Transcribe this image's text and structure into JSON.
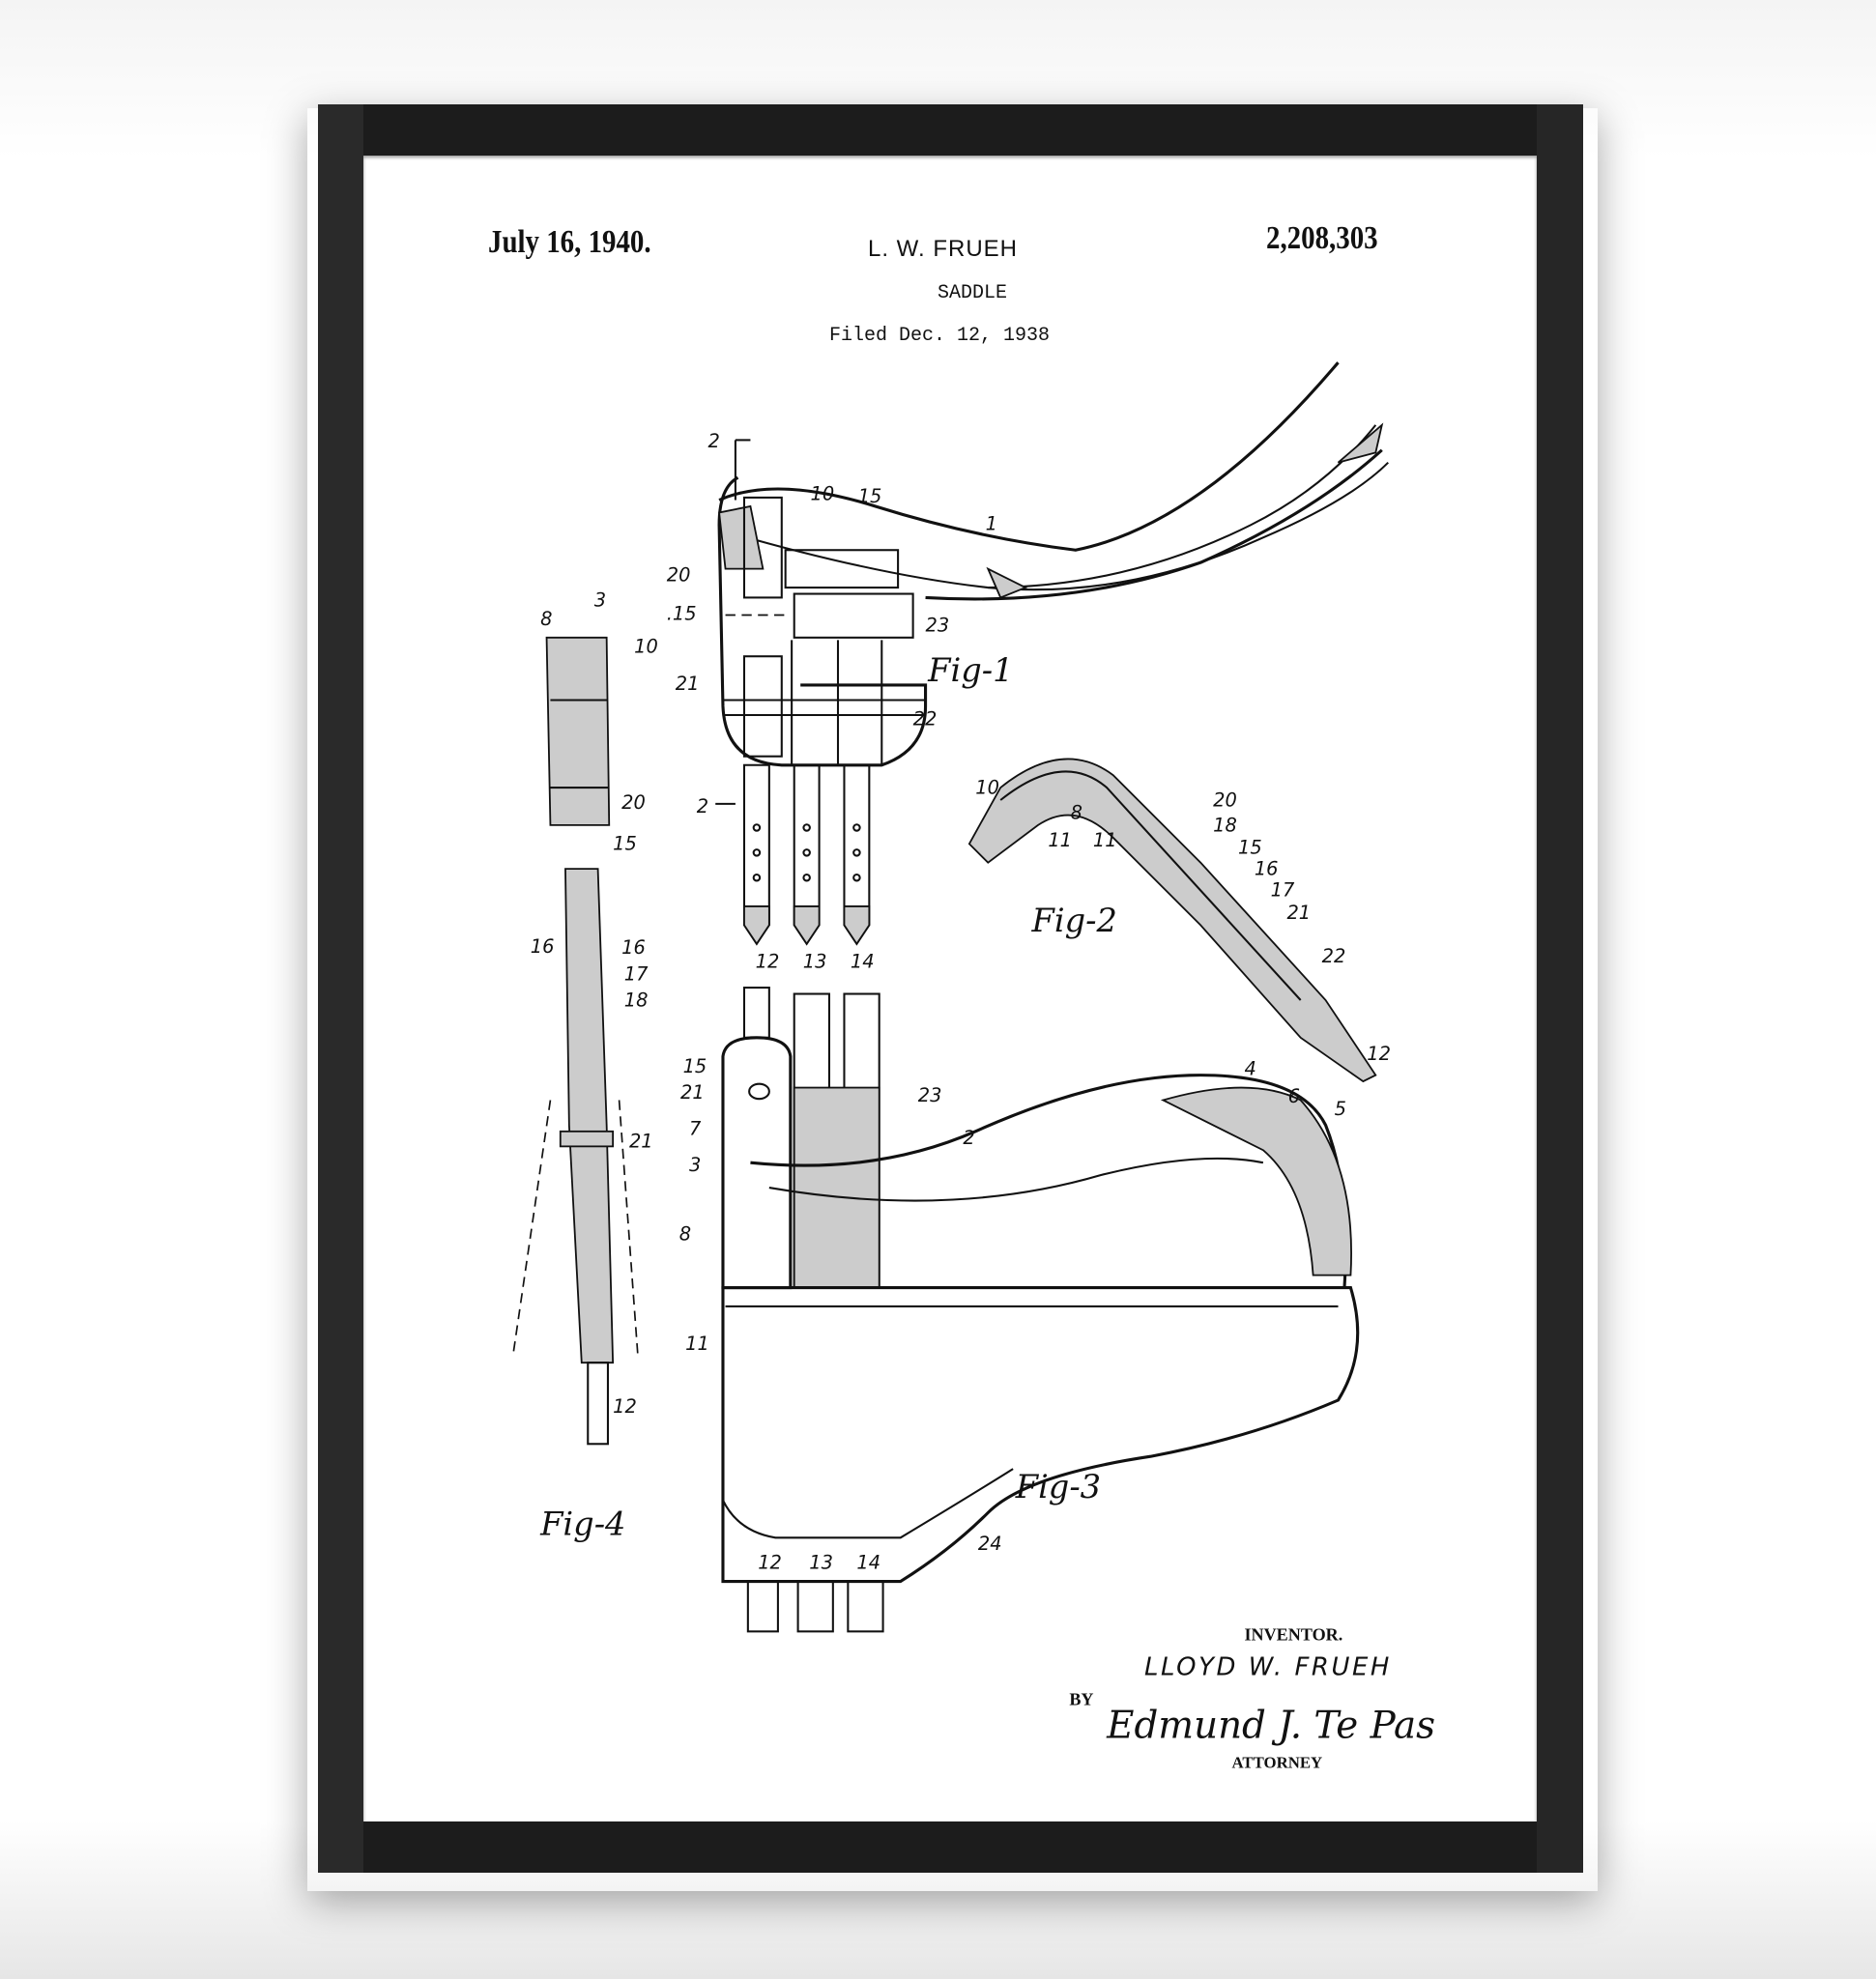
{
  "header": {
    "date": "July 16, 1940.",
    "inventor_short": "L. W. FRUEH",
    "title": "SADDLE",
    "filed": "Filed Dec. 12, 1938",
    "patent_number": "2,208,303"
  },
  "figures": {
    "fig1": "Fig-1",
    "fig2": "Fig-2",
    "fig3": "Fig-3",
    "fig4": "Fig-4"
  },
  "fig1_labels": [
    "2",
    "10",
    "15",
    "1",
    "20",
    ".15",
    "23",
    "21",
    "22",
    "2",
    "12",
    "13",
    "14"
  ],
  "fig2_labels": [
    "10",
    "8",
    "11",
    "11",
    "20",
    "18",
    "15",
    "16",
    "17",
    "21",
    "22",
    "12"
  ],
  "fig3_labels": [
    "15",
    "21",
    "23",
    "7",
    "3",
    "2",
    "8",
    "4",
    "6",
    "5",
    "11",
    "24",
    "12",
    "13",
    "14"
  ],
  "fig4_labels": [
    "8",
    "3",
    "10",
    "20",
    "15",
    "16",
    "16",
    "17",
    "18",
    "21",
    "12"
  ],
  "signature": {
    "inventor_caption": "INVENTOR.",
    "inventor_name": "LLOYD W. FRUEH",
    "by": "BY",
    "attorney_signature": "Edmund J. Te Pas",
    "attorney_caption": "ATTORNEY"
  },
  "colors": {
    "frame": "#1c1c1c",
    "paper": "#ffffff",
    "ink": "#111111"
  }
}
